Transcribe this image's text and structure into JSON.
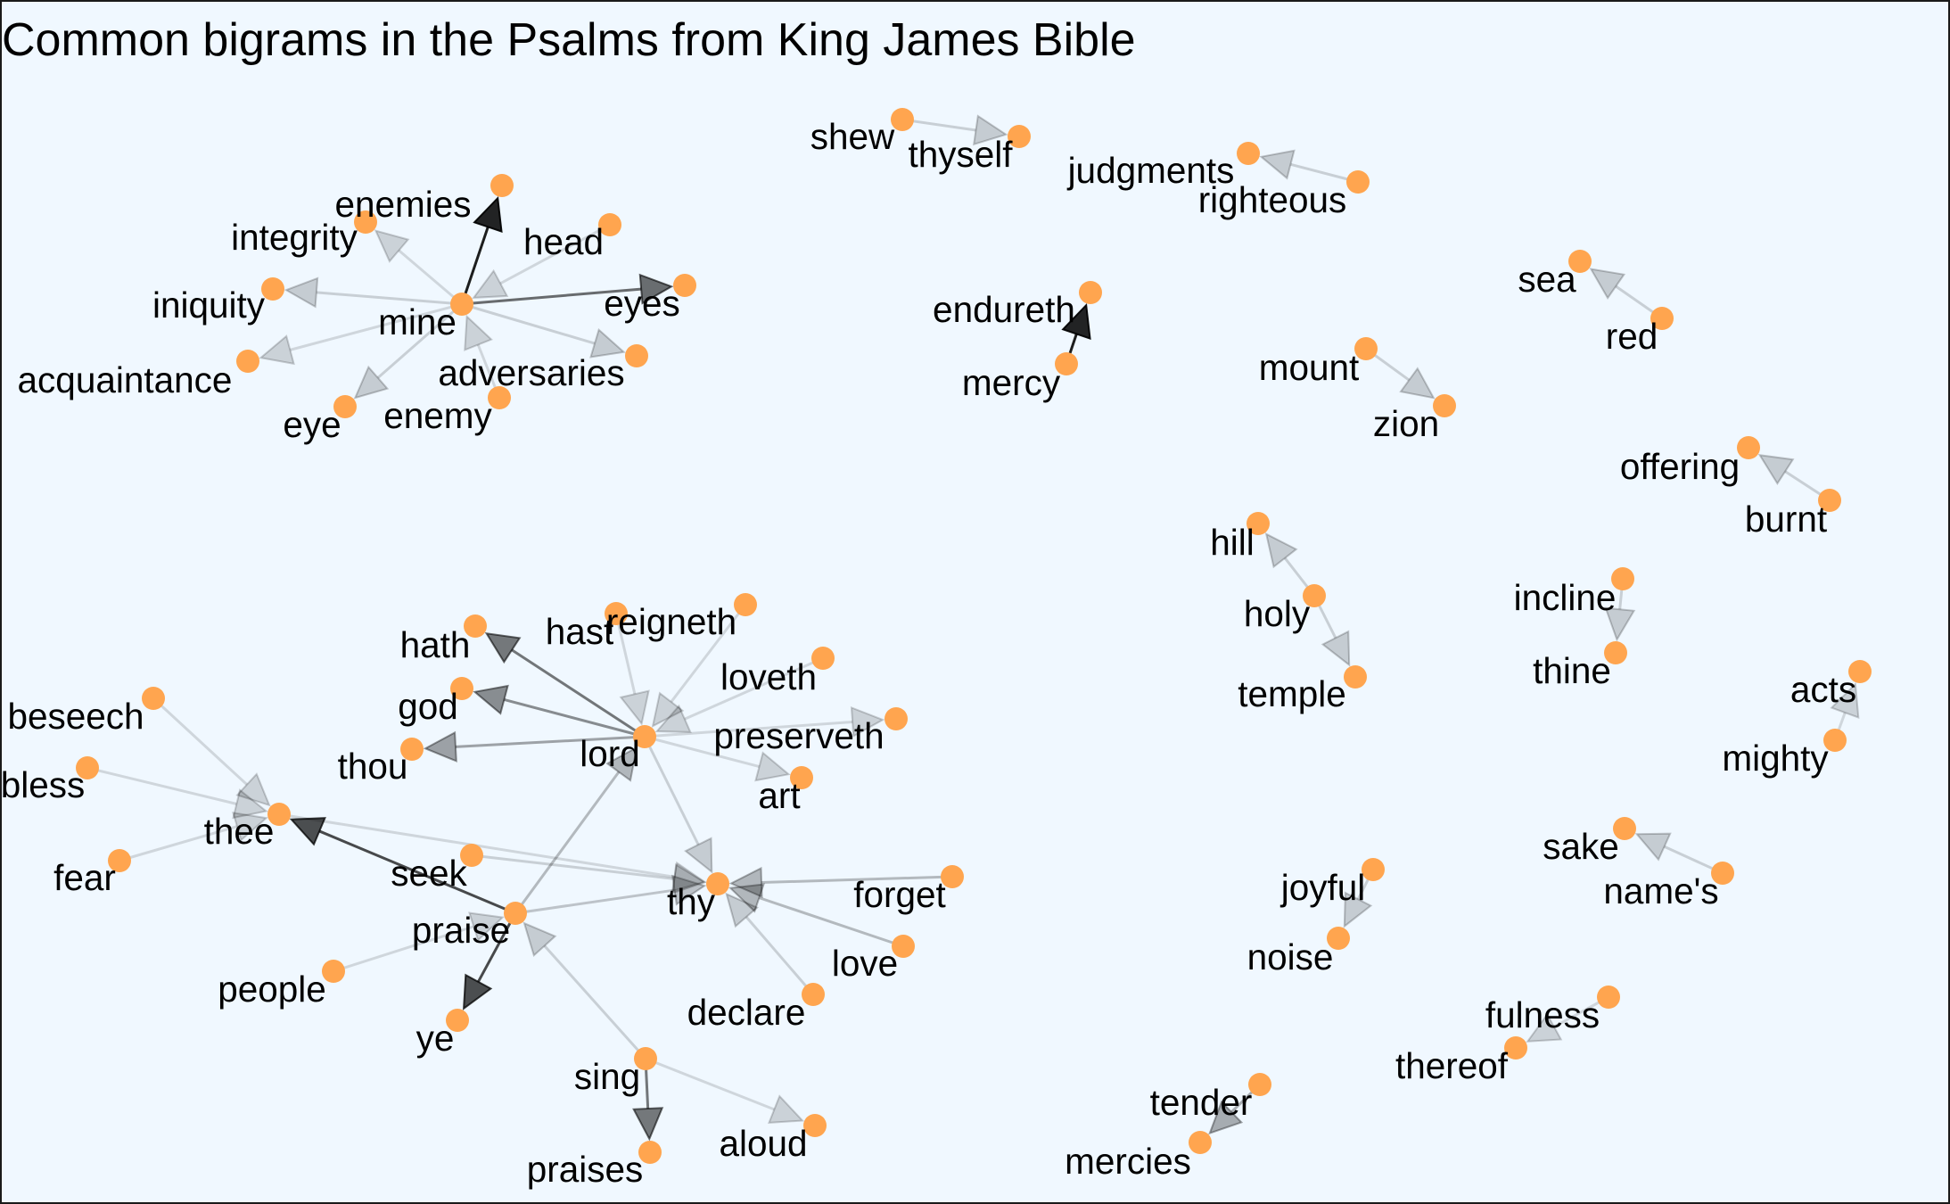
{
  "title": "Common bigrams in the Psalms from King James Bible",
  "colors": {
    "background": "#F0F8FF",
    "node": "#FFA54F",
    "edge": "#000000",
    "border": "#1a1a1a"
  },
  "graph": {
    "nodes": [
      "mine",
      "enemies",
      "integrity",
      "head",
      "iniquity",
      "eyes",
      "acquaintance",
      "adversaries",
      "eye",
      "enemy",
      "shew",
      "thyself",
      "judgments",
      "righteous",
      "endureth",
      "mercy",
      "sea",
      "red",
      "mount",
      "zion",
      "offering",
      "burnt",
      "hill",
      "holy",
      "temple",
      "incline",
      "thine",
      "acts",
      "mighty",
      "sake",
      "name's",
      "joyful",
      "noise",
      "fulness",
      "thereof",
      "tender",
      "mercies",
      "lord",
      "hath",
      "hast",
      "reigneth",
      "god",
      "loveth",
      "preserveth",
      "thou",
      "art",
      "beseech",
      "bless",
      "thee",
      "fear",
      "seek",
      "thy",
      "forget",
      "praise",
      "love",
      "people",
      "declare",
      "ye",
      "sing",
      "aloud",
      "praises"
    ],
    "edges": [
      {
        "from": "mine",
        "to": "enemies",
        "weight": 0.95
      },
      {
        "from": "mine",
        "to": "integrity",
        "weight": 0.12
      },
      {
        "from": "head",
        "to": "mine",
        "weight": 0.12
      },
      {
        "from": "mine",
        "to": "iniquity",
        "weight": 0.15
      },
      {
        "from": "mine",
        "to": "eyes",
        "weight": 0.6
      },
      {
        "from": "mine",
        "to": "acquaintance",
        "weight": 0.12
      },
      {
        "from": "mine",
        "to": "adversaries",
        "weight": 0.15
      },
      {
        "from": "mine",
        "to": "eye",
        "weight": 0.15
      },
      {
        "from": "enemy",
        "to": "mine",
        "weight": 0.12
      },
      {
        "from": "shew",
        "to": "thyself",
        "weight": 0.15
      },
      {
        "from": "righteous",
        "to": "judgments",
        "weight": 0.15
      },
      {
        "from": "mercy",
        "to": "endureth",
        "weight": 0.95
      },
      {
        "from": "red",
        "to": "sea",
        "weight": 0.15
      },
      {
        "from": "mount",
        "to": "zion",
        "weight": 0.15
      },
      {
        "from": "burnt",
        "to": "offering",
        "weight": 0.15
      },
      {
        "from": "holy",
        "to": "hill",
        "weight": 0.15
      },
      {
        "from": "holy",
        "to": "temple",
        "weight": 0.15
      },
      {
        "from": "incline",
        "to": "thine",
        "weight": 0.15
      },
      {
        "from": "mighty",
        "to": "acts",
        "weight": 0.12
      },
      {
        "from": "name's",
        "to": "sake",
        "weight": 0.15
      },
      {
        "from": "joyful",
        "to": "noise",
        "weight": 0.15
      },
      {
        "from": "fulness",
        "to": "thereof",
        "weight": 0.12
      },
      {
        "from": "tender",
        "to": "mercies",
        "weight": 0.3
      },
      {
        "from": "lord",
        "to": "hath",
        "weight": 0.55
      },
      {
        "from": "hast",
        "to": "lord",
        "weight": 0.12
      },
      {
        "from": "reigneth",
        "to": "lord",
        "weight": 0.12
      },
      {
        "from": "lord",
        "to": "god",
        "weight": 0.45
      },
      {
        "from": "loveth",
        "to": "lord",
        "weight": 0.12
      },
      {
        "from": "lord",
        "to": "preserveth",
        "weight": 0.12
      },
      {
        "from": "lord",
        "to": "thou",
        "weight": 0.35
      },
      {
        "from": "lord",
        "to": "art",
        "weight": 0.12
      },
      {
        "from": "lord",
        "to": "thy",
        "weight": 0.15
      },
      {
        "from": "praise",
        "to": "lord",
        "weight": 0.25
      },
      {
        "from": "beseech",
        "to": "thee",
        "weight": 0.12
      },
      {
        "from": "bless",
        "to": "thee",
        "weight": 0.12
      },
      {
        "from": "fear",
        "to": "thee",
        "weight": 0.12
      },
      {
        "from": "thee",
        "to": "thy",
        "weight": 0.12
      },
      {
        "from": "praise",
        "to": "thee",
        "weight": 0.75
      },
      {
        "from": "seek",
        "to": "thy",
        "weight": 0.15
      },
      {
        "from": "forget",
        "to": "thy",
        "weight": 0.25
      },
      {
        "from": "love",
        "to": "thy",
        "weight": 0.25
      },
      {
        "from": "declare",
        "to": "thy",
        "weight": 0.15
      },
      {
        "from": "praise",
        "to": "thy",
        "weight": 0.2
      },
      {
        "from": "people",
        "to": "praise",
        "weight": 0.12
      },
      {
        "from": "praise",
        "to": "ye",
        "weight": 0.75
      },
      {
        "from": "sing",
        "to": "praise",
        "weight": 0.15
      },
      {
        "from": "sing",
        "to": "praises",
        "weight": 0.55
      },
      {
        "from": "sing",
        "to": "aloud",
        "weight": 0.12
      }
    ]
  }
}
